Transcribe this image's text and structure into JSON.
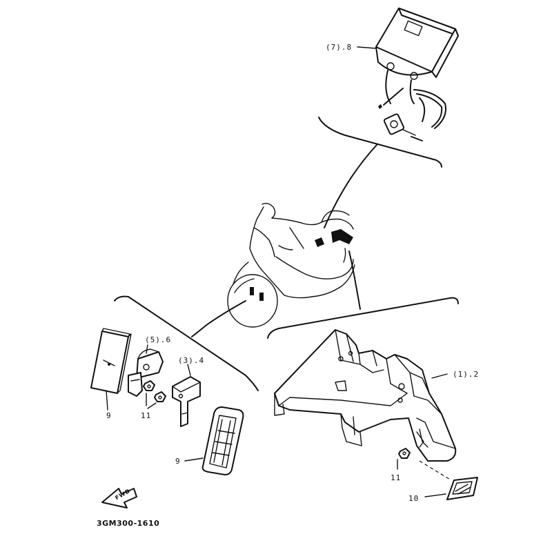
{
  "callouts": {
    "cdi_unit": "(7).8",
    "clamp_upper": "(5).6",
    "bracket_lower": "(3).4",
    "rear_fender": "(1).2",
    "reflector_left": "9",
    "reflector_front": "9",
    "nut_left": "11",
    "nut_right": "11",
    "rear_reflector": "10"
  },
  "fwd_arrow": "FWD",
  "diagram_code": "3GM300-1610"
}
